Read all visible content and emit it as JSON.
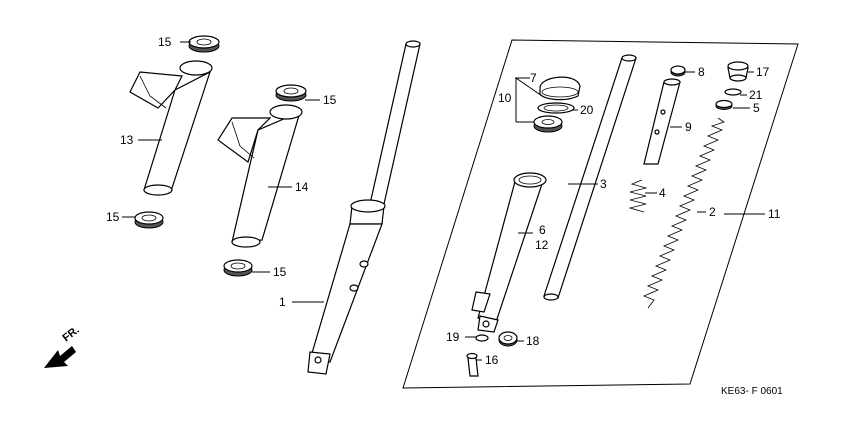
{
  "diagram_code": "KE63- F 0601",
  "direction_label": "FR.",
  "parts": {
    "p1": "1",
    "p2": "2",
    "p3": "3",
    "p4": "4",
    "p5": "5",
    "p6": "6",
    "p7": "7",
    "p8": "8",
    "p9": "9",
    "p10": "10",
    "p11": "11",
    "p12": "12",
    "p13": "13",
    "p14": "14",
    "p15a": "15",
    "p15b": "15",
    "p15c": "15",
    "p15d": "15",
    "p16": "16",
    "p17": "17",
    "p18": "18",
    "p19": "19",
    "p20": "20",
    "p21": "21"
  }
}
